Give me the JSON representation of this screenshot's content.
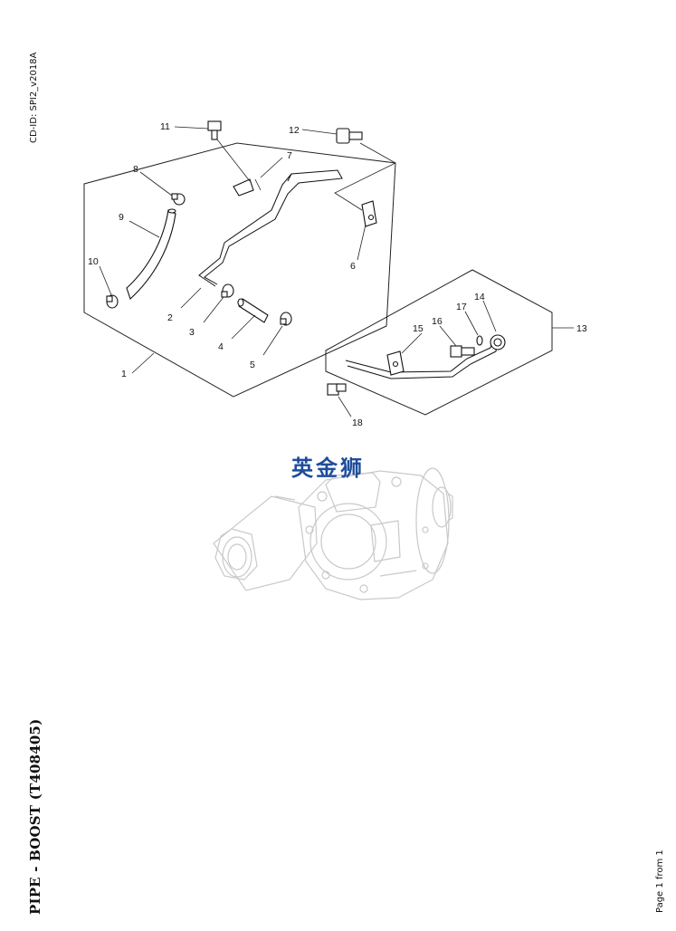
{
  "document": {
    "cd_id": "CD-ID: SPI2_v2018A",
    "title": "PIPE - BOOST (T408405)",
    "footer": "Page 1 from 1",
    "watermark": "英金狮"
  },
  "callouts": [
    "1",
    "2",
    "3",
    "4",
    "5",
    "6",
    "7",
    "8",
    "9",
    "10",
    "11",
    "12",
    "13",
    "14",
    "15",
    "16",
    "17",
    "18"
  ],
  "colors": {
    "line": "#111111",
    "ghost": "#c9c9c9",
    "watermark": "#1e4d9b"
  }
}
